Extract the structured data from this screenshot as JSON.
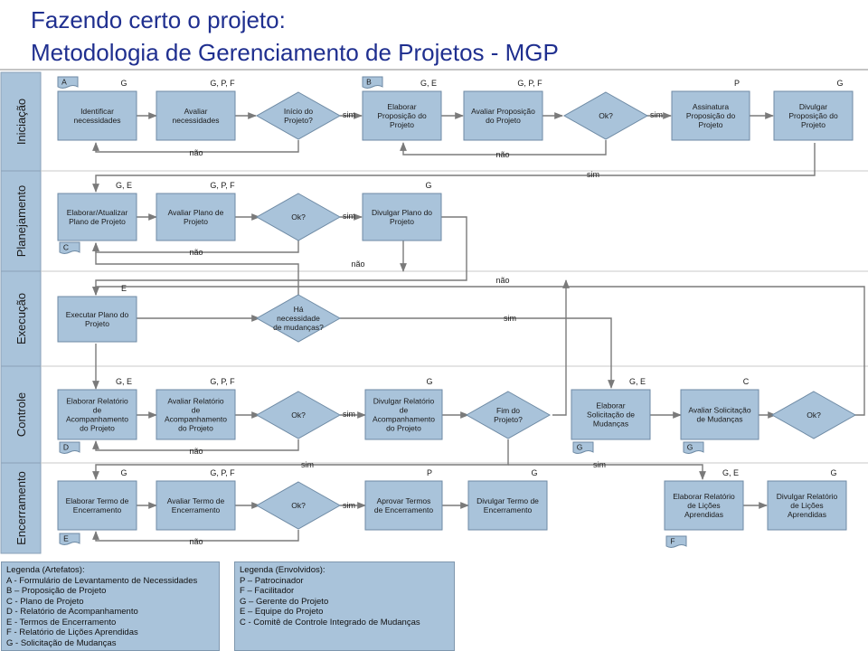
{
  "title_line1": "Fazendo certo o projeto:",
  "title_line2": "Metodologia de Gerenciamento de Projetos - MGP",
  "lanes": [
    "Iniciação",
    "Planejamento",
    "Execução",
    "Controle",
    "Encerramento"
  ],
  "processes": [
    {
      "id": "p1",
      "text": [
        "Identificar",
        "necessidades"
      ],
      "role": "G"
    },
    {
      "id": "p2",
      "text": [
        "Avaliar",
        "necessidades"
      ],
      "role": "G, P, F"
    },
    {
      "id": "p3",
      "text": [
        "Elaborar",
        "Proposição do",
        "Projeto"
      ],
      "role": "G, E"
    },
    {
      "id": "p4",
      "text": [
        "Avaliar Proposição",
        "do Projeto"
      ],
      "role": "G, P, F"
    },
    {
      "id": "p5",
      "text": [
        "Assinatura",
        "Proposição do",
        "Projeto"
      ],
      "role": "P"
    },
    {
      "id": "p6",
      "text": [
        "Divulgar",
        "Proposição do",
        "Projeto"
      ],
      "role": "G"
    },
    {
      "id": "p7",
      "text": [
        "Elaborar/Atualizar",
        "Plano de Projeto"
      ],
      "role": "G, E"
    },
    {
      "id": "p8",
      "text": [
        "Avaliar Plano de",
        "Projeto"
      ],
      "role": "G, P, F"
    },
    {
      "id": "p9",
      "text": [
        "Divulgar Plano do",
        "Projeto"
      ],
      "role": "G"
    },
    {
      "id": "p10",
      "text": [
        "Executar Plano do",
        "Projeto"
      ],
      "role": "E"
    },
    {
      "id": "p11",
      "text": [
        "Elaborar Relatório",
        "de",
        "Acompanhamento",
        "do Projeto"
      ],
      "role": "G, E"
    },
    {
      "id": "p12",
      "text": [
        "Avaliar Relatório",
        "de",
        "Acompanhamento",
        "do Projeto"
      ],
      "role": "G, P, F"
    },
    {
      "id": "p13",
      "text": [
        "Divulgar Relatório",
        "de",
        "Acompanhamento",
        "do Projeto"
      ],
      "role": "G"
    },
    {
      "id": "p14",
      "text": [
        "Elaborar",
        "Solicitação de",
        "Mudanças"
      ],
      "role": "G, E"
    },
    {
      "id": "p15",
      "text": [
        "Avaliar Solicitação",
        "de Mudanças"
      ],
      "role": "C"
    },
    {
      "id": "p16",
      "text": [
        "Elaborar Termo de",
        "Encerramento"
      ],
      "role": "G"
    },
    {
      "id": "p17",
      "text": [
        "Avaliar Termo de",
        "Encerramento"
      ],
      "role": "G, P, F"
    },
    {
      "id": "p18",
      "text": [
        "Aprovar Termos",
        "de Encerramento"
      ],
      "role": "P"
    },
    {
      "id": "p19",
      "text": [
        "Divulgar Termo de",
        "Encerramento"
      ],
      "role": "G"
    },
    {
      "id": "p20",
      "text": [
        "Elaborar Relatório",
        "de Lições",
        "Aprendidas"
      ],
      "role": "G, E"
    },
    {
      "id": "p21",
      "text": [
        "Divulgar Relatório",
        "de Lições",
        "Aprendidas"
      ],
      "role": "G"
    }
  ],
  "decisions": [
    {
      "id": "d1",
      "text": [
        "Início do",
        "Projeto?"
      ]
    },
    {
      "id": "d2",
      "text": [
        "Ok?"
      ]
    },
    {
      "id": "d3",
      "text": [
        "Ok?"
      ]
    },
    {
      "id": "d4",
      "text": [
        "Há",
        "necessidade",
        "de mudanças?"
      ]
    },
    {
      "id": "d5",
      "text": [
        "Ok?"
      ]
    },
    {
      "id": "d6",
      "text": [
        "Fim do",
        "Projeto?"
      ]
    },
    {
      "id": "d7",
      "text": [
        "Ok?"
      ]
    },
    {
      "id": "d8",
      "text": [
        "Ok?"
      ]
    }
  ],
  "artifacts": [
    {
      "id": "a1",
      "label": "A"
    },
    {
      "id": "a2",
      "label": "B"
    },
    {
      "id": "a3",
      "label": "C"
    },
    {
      "id": "a4",
      "label": "D"
    },
    {
      "id": "a5",
      "label": "G"
    },
    {
      "id": "a6",
      "label": "G"
    },
    {
      "id": "a7",
      "label": "E"
    },
    {
      "id": "a8",
      "label": "F"
    }
  ],
  "edge_labels": {
    "sim": "sim",
    "nao": "não"
  },
  "legend_artifacts": {
    "title": "Legenda (Artefatos):",
    "items": [
      "A - Formulário de Levantamento de Necessidades",
      "B – Proposição de Projeto",
      "C - Plano de Projeto",
      "D - Relatório de Acompanhamento",
      "E - Termos de Encerramento",
      "F - Relatório de Lições Aprendidas",
      "G - Solicitação de Mudanças"
    ]
  },
  "legend_involved": {
    "title": "Legenda (Envolvidos):",
    "items": [
      "P – Patrocinador",
      "F – Facilitador",
      "G – Gerente do Projeto",
      "E – Equipe do Projeto",
      "C - Comitê de Controle Integrado de Mudanças"
    ]
  },
  "colors": {
    "box_fill": "#a9c3da",
    "box_stroke": "#6e8aa4",
    "arrow": "#7a7a7a",
    "title": "#1f2f8f",
    "lane_band": "#a9c3da"
  }
}
